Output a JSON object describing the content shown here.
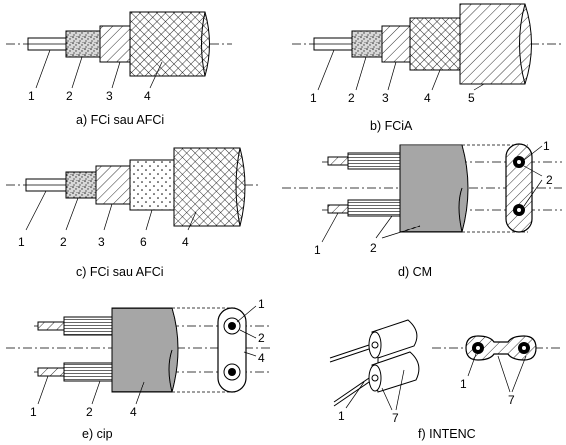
{
  "panels": [
    {
      "id": "a",
      "caption": "a)  FCi sau AFCi",
      "labels": [
        "1",
        "2",
        "3",
        "4"
      ]
    },
    {
      "id": "b",
      "caption": "b)  FCiA",
      "labels": [
        "1",
        "2",
        "3",
        "4",
        "5"
      ]
    },
    {
      "id": "c",
      "caption": "c)  FCi sau AFCi",
      "labels": [
        "1",
        "2",
        "3",
        "6",
        "4"
      ]
    },
    {
      "id": "d",
      "caption": "d)  CM",
      "labels": [
        "1",
        "2",
        "1",
        "2"
      ]
    },
    {
      "id": "e",
      "caption": "e)  cip",
      "labels": [
        "1",
        "2",
        "4",
        "1",
        "2",
        "4"
      ]
    },
    {
      "id": "f",
      "caption": "f)  INTENC",
      "labels": [
        "1",
        "7",
        "1",
        "7"
      ]
    }
  ]
}
